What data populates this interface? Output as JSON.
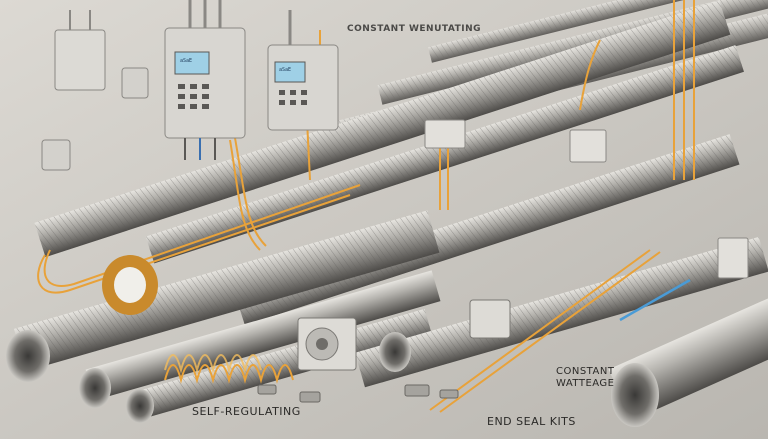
{
  "labels": {
    "top_title": "CONSTANT WENUTATING",
    "self_regulating": "SELF-REGULATING",
    "end_seal_kits": "END SEAL KITS",
    "constant_wattage_line1": "CONSTANT",
    "constant_wattage_line2": "WATTEAGE"
  },
  "panel_screens": {
    "left": "aSaE",
    "right": "aSaE"
  },
  "colors": {
    "background": "#c9c6c0",
    "metal": "#9a9893",
    "cable_orange": "#e8a23a",
    "panel": "#d8d6d1",
    "screen": "#9fd0e6"
  }
}
